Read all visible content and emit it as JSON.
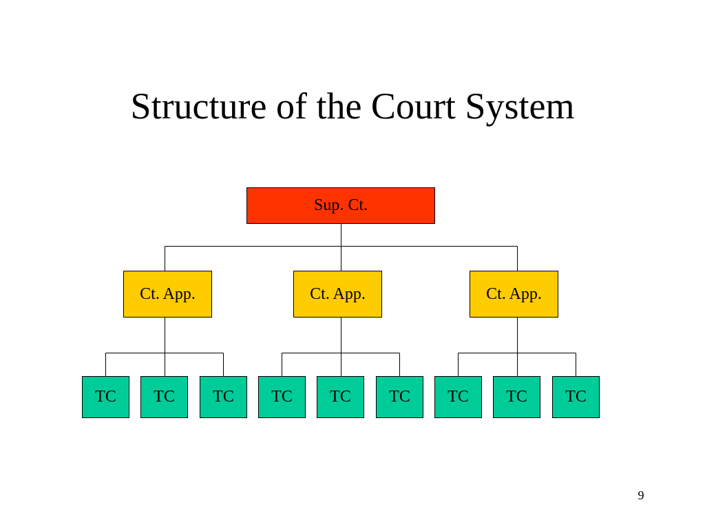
{
  "slide": {
    "title": "Structure of the Court System",
    "page_number": "9"
  },
  "org_chart": {
    "root": {
      "label": "Sup. Ct.",
      "color": "#FF3300"
    },
    "appeals": [
      {
        "label": "Ct. App.",
        "color": "#FFCC00",
        "trial_courts": [
          {
            "label": "TC"
          },
          {
            "label": "TC"
          },
          {
            "label": "TC"
          }
        ]
      },
      {
        "label": "Ct. App.",
        "color": "#FFCC00",
        "trial_courts": [
          {
            "label": "TC"
          },
          {
            "label": "TC"
          },
          {
            "label": "TC"
          }
        ]
      },
      {
        "label": "Ct. App.",
        "color": "#FFCC00",
        "trial_courts": [
          {
            "label": "TC"
          },
          {
            "label": "TC"
          },
          {
            "label": "TC"
          }
        ]
      }
    ],
    "trial_court_color": "#00CC99",
    "line_color": "#000000"
  }
}
